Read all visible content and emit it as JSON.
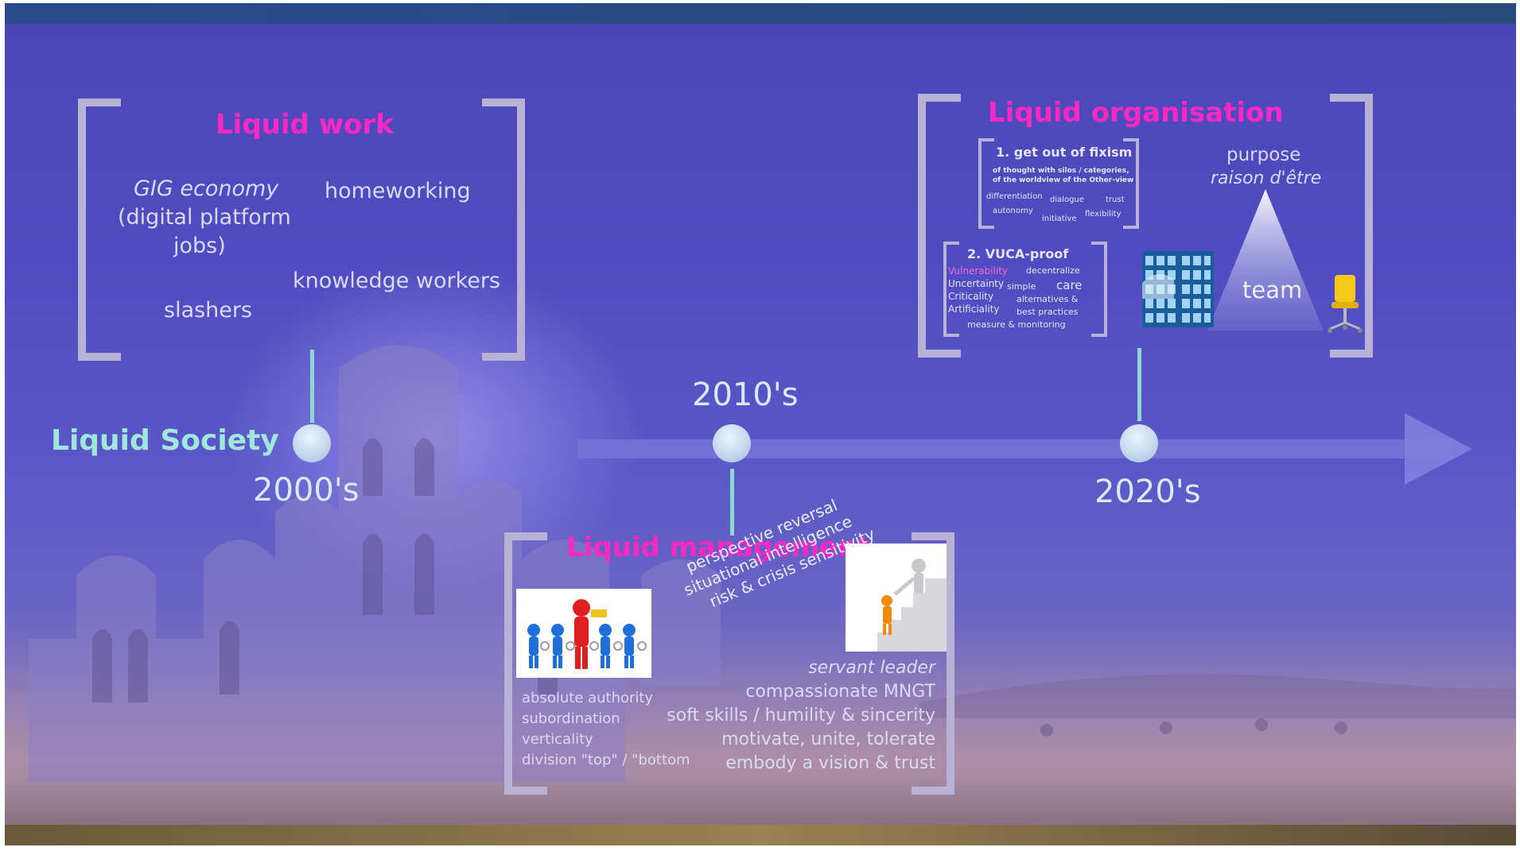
{
  "left_label": "Liquid Society",
  "eras": {
    "e2000": "2000's",
    "e2010": "2010's",
    "e2020": "2020's"
  },
  "liquid_work": {
    "title": "Liquid work",
    "items": [
      "GIG economy",
      "(digital platform",
      "jobs)",
      "homeworking",
      "knowledge workers",
      "slashers"
    ]
  },
  "liquid_organisation": {
    "title": "Liquid organisation",
    "fixism": {
      "heading": "1. get out of fixism",
      "line1": "of thought with silos / categories,",
      "line2": "of the worldview of the Other-view",
      "words": [
        "differentiation",
        "dialogue",
        "trust",
        "autonomy",
        "initiative",
        "flexibility"
      ]
    },
    "vuca": {
      "heading": "2. VUCA-proof",
      "letters": [
        "Vulnerability",
        "Uncertainty",
        "Criticality",
        "Artificiality"
      ],
      "words": [
        "decentralize",
        "simple",
        "care",
        "alternatives &",
        "best practices",
        "measure & monitoring"
      ]
    },
    "purpose": "purpose",
    "raison": "raison d'être",
    "team": "team"
  },
  "liquid_management": {
    "title": "Liquid management",
    "rotated": [
      "perspective reversal",
      "situational intelligence",
      "risk & crisis sensitivity"
    ],
    "left_list": [
      "absolute authority",
      "subordination",
      "verticality",
      "division \"top\" / \"bottom"
    ],
    "servant": "servant leader",
    "right_list": [
      "compassionate MNGT",
      "soft skills / humility & sincerity",
      "motivate, unite, tolerate",
      "embody a vision & trust"
    ]
  },
  "colors": {
    "accent_pink": "#ff28c2",
    "connector": "#8fd7d2",
    "label_mint": "#9fe6db",
    "text_lavender": "#dcd9f6"
  }
}
